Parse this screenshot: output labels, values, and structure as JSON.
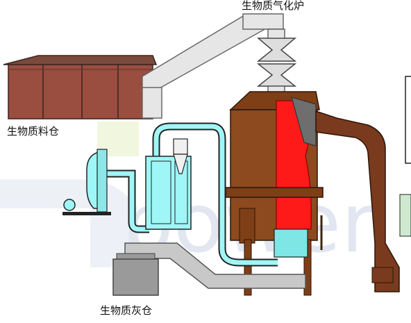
{
  "labels": {
    "gasifier": "生物质气化炉",
    "feed_storage": "生物质料仓",
    "ash_storage": "生物质灰仓"
  },
  "watermark": {
    "text": "power"
  },
  "colors": {
    "storage_wall": "#9a4e3f",
    "storage_roof": "#7a4a3c",
    "conveyor": "#e6e6e6",
    "furnace_body": "#8c4a1e",
    "flame": "#ff1a1a",
    "pipe_cyan": "#9ff6f6",
    "pipe_outline": "#222222",
    "ash_hopper": "#9a9a9a",
    "duct_brown": "#7a3a1e",
    "watermark": "#c9d3e6"
  }
}
